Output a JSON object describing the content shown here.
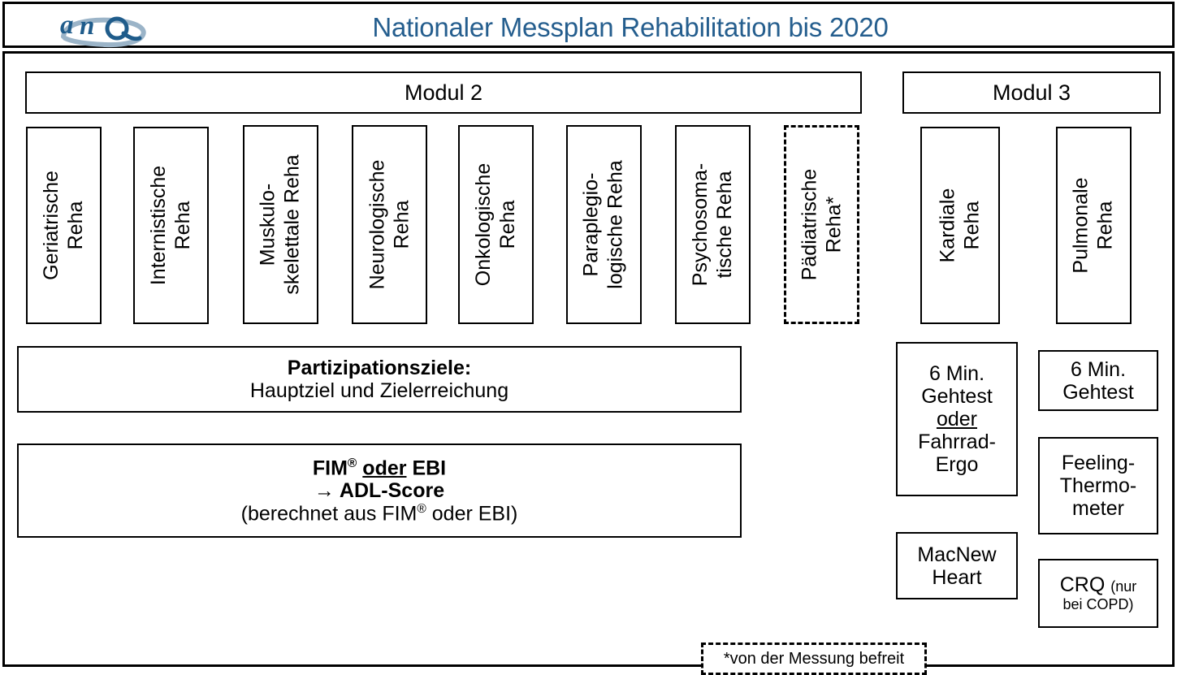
{
  "header": {
    "logo_name": "anq-logo",
    "logo_text": "anq",
    "title": "Nationaler Messplan Rehabilitation bis 2020",
    "title_color": "#255E8E",
    "logo_color_dark": "#1F5C8B",
    "logo_color_light": "#9BB4C8"
  },
  "modules": {
    "modul2": {
      "label": "Modul 2"
    },
    "modul3": {
      "label": "Modul 3"
    }
  },
  "modul2_reha": [
    {
      "id": "geriatrische",
      "line1": "Geriatrische",
      "line2": "Reha",
      "dashed": false
    },
    {
      "id": "internistische",
      "line1": "Internistische",
      "line2": "Reha",
      "dashed": false
    },
    {
      "id": "muskuloskelettale",
      "line1": "Muskulo-",
      "line2": "skelettale Reha",
      "dashed": false
    },
    {
      "id": "neurologische",
      "line1": "Neurologische",
      "line2": "Reha",
      "dashed": false
    },
    {
      "id": "onkologische",
      "line1": "Onkologische",
      "line2": "Reha",
      "dashed": false
    },
    {
      "id": "paraplegiologische",
      "line1": "Paraplegio-",
      "line2": "logische Reha",
      "dashed": false
    },
    {
      "id": "psychosomatische",
      "line1": "Psychosoma-",
      "line2": "tische Reha",
      "dashed": false
    },
    {
      "id": "paediatrische",
      "line1": "Pädiatrische",
      "line2": "Reha*",
      "dashed": true
    }
  ],
  "modul3_reha": [
    {
      "id": "kardiale",
      "line1": "Kardiale",
      "line2": "Reha"
    },
    {
      "id": "pulmonale",
      "line1": "Pulmonale",
      "line2": "Reha"
    }
  ],
  "modul2_common": {
    "partizipationsziele": {
      "line1": "Partizipationsziele:",
      "line2": "Hauptziel und Zielerreichung"
    },
    "adl": {
      "line1_a": "FIM",
      "line1_sup": "®",
      "line1_oder": "oder",
      "line1_b": "EBI",
      "line2": "→ ADL-Score",
      "line3_a": "(berechnet aus FIM",
      "line3_sup": "®",
      "line3_b": "oder EBI)"
    }
  },
  "kardial_tests": [
    {
      "id": "6min-gehtest-fahrrad",
      "l1": "6 Min.",
      "l2": "Gehtest",
      "l3": "oder",
      "l4": "Fahrrad-",
      "l5": "Ergo"
    },
    {
      "id": "macnew-heart",
      "l1": "MacNew",
      "l2": "Heart"
    }
  ],
  "pulmonal_tests": [
    {
      "id": "6min-gehtest",
      "l1": "6 Min.",
      "l2": "Gehtest"
    },
    {
      "id": "feeling-thermometer",
      "l1": "Feeling-",
      "l2": "Thermo-",
      "l3": "meter"
    },
    {
      "id": "crq",
      "main": "CRQ",
      "note_a": "(nur",
      "note_b": "bei COPD)"
    }
  ],
  "footnote": {
    "text": "*von der Messung befreit"
  }
}
